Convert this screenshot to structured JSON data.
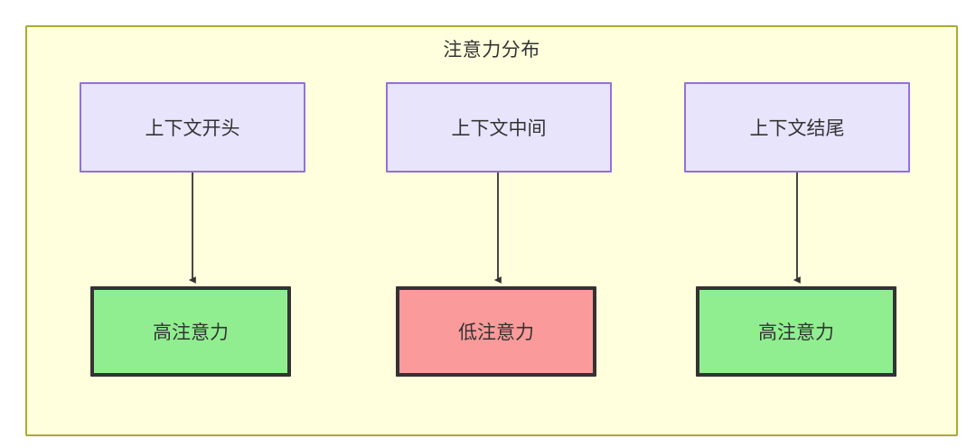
{
  "diagram": {
    "title": "注意力分布",
    "background_color": "#ffffdd",
    "border_color": "#aaaa33",
    "nodes": [
      {
        "id": "ctx-start",
        "label": "上下文开头",
        "row": "top",
        "fill": "#e8e4fc",
        "stroke": "#9370db"
      },
      {
        "id": "ctx-middle",
        "label": "上下文中间",
        "row": "top",
        "fill": "#e8e4fc",
        "stroke": "#9370db"
      },
      {
        "id": "ctx-end",
        "label": "上下文结尾",
        "row": "top",
        "fill": "#e8e4fc",
        "stroke": "#9370db"
      },
      {
        "id": "att-start",
        "label": "高注意力",
        "row": "bottom",
        "fill": "#90ee90",
        "stroke": "#333333"
      },
      {
        "id": "att-middle",
        "label": "低注意力",
        "row": "bottom",
        "fill": "#fa9a9a",
        "stroke": "#333333"
      },
      {
        "id": "att-end",
        "label": "高注意力",
        "row": "bottom",
        "fill": "#90ee90",
        "stroke": "#333333"
      }
    ],
    "edges": [
      {
        "from": "ctx-start",
        "to": "att-start",
        "label": "",
        "arrow": "arrow-head-filled"
      },
      {
        "from": "ctx-middle",
        "to": "att-middle",
        "label": "",
        "arrow": "arrow-head-filled"
      },
      {
        "from": "ctx-end",
        "to": "att-end",
        "label": "",
        "arrow": "arrow-head-filled"
      }
    ]
  }
}
